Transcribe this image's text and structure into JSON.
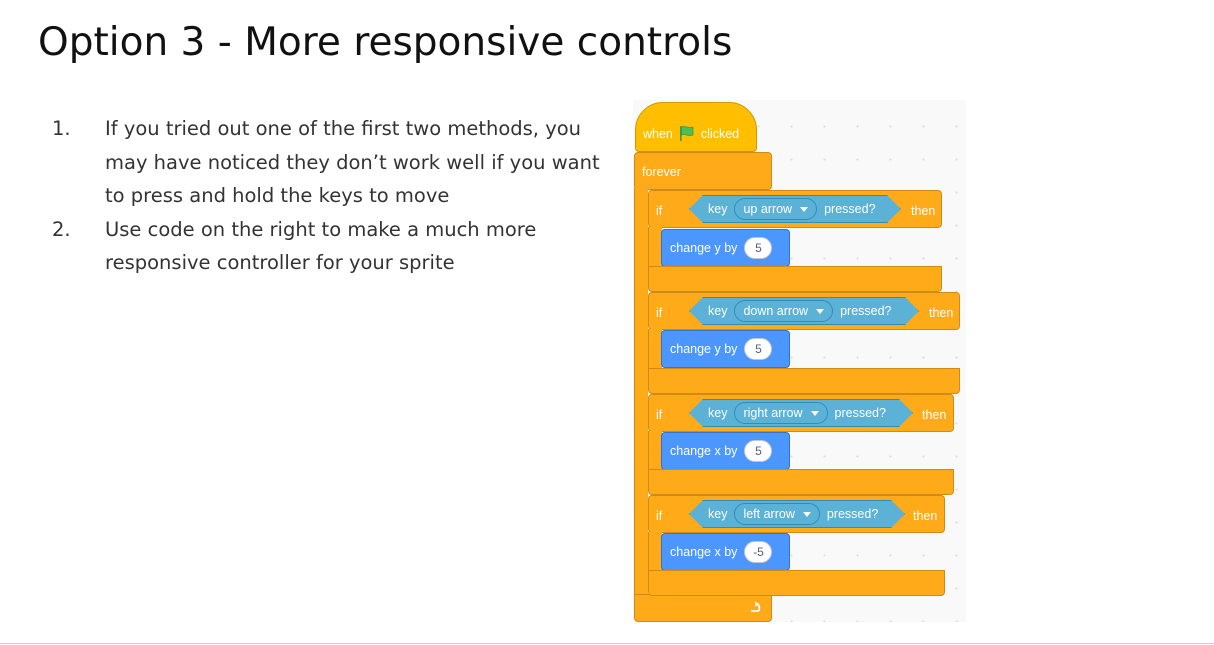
{
  "slide": {
    "title": "Option 3 - More responsive controls",
    "steps": [
      {
        "number": "1.",
        "text": "If you tried out one of the first two methods, you may have noticed they don’t work well if you want to press and hold the keys to move"
      },
      {
        "number": "2.",
        "text": "Use code on the right to make a much more responsive controller for your sprite"
      }
    ]
  },
  "code": {
    "hat": {
      "when": "when",
      "clicked": "clicked",
      "icon": "green-flag-icon"
    },
    "forever": "forever",
    "if_blocks": [
      {
        "if": "if",
        "key": "key",
        "dropdown": "up arrow",
        "pressed": "pressed?",
        "then": "then",
        "action": "change y by",
        "value": "5"
      },
      {
        "if": "if",
        "key": "key",
        "dropdown": "down arrow",
        "pressed": "pressed?",
        "then": "then",
        "action": "change y by",
        "value": "5"
      },
      {
        "if": "if",
        "key": "key",
        "dropdown": "right arrow",
        "pressed": "pressed?",
        "then": "then",
        "action": "change x by",
        "value": "5"
      },
      {
        "if": "if",
        "key": "key",
        "dropdown": "left arrow",
        "pressed": "pressed?",
        "then": "then",
        "action": "change x by",
        "value": "-5"
      }
    ],
    "loop_icon": "loop-arrow-icon",
    "colors": {
      "events": "#ffbf00",
      "control": "#ffab19",
      "motion": "#4c97ff",
      "sensing": "#5cb1d6",
      "flag": "#4cbf56"
    }
  }
}
